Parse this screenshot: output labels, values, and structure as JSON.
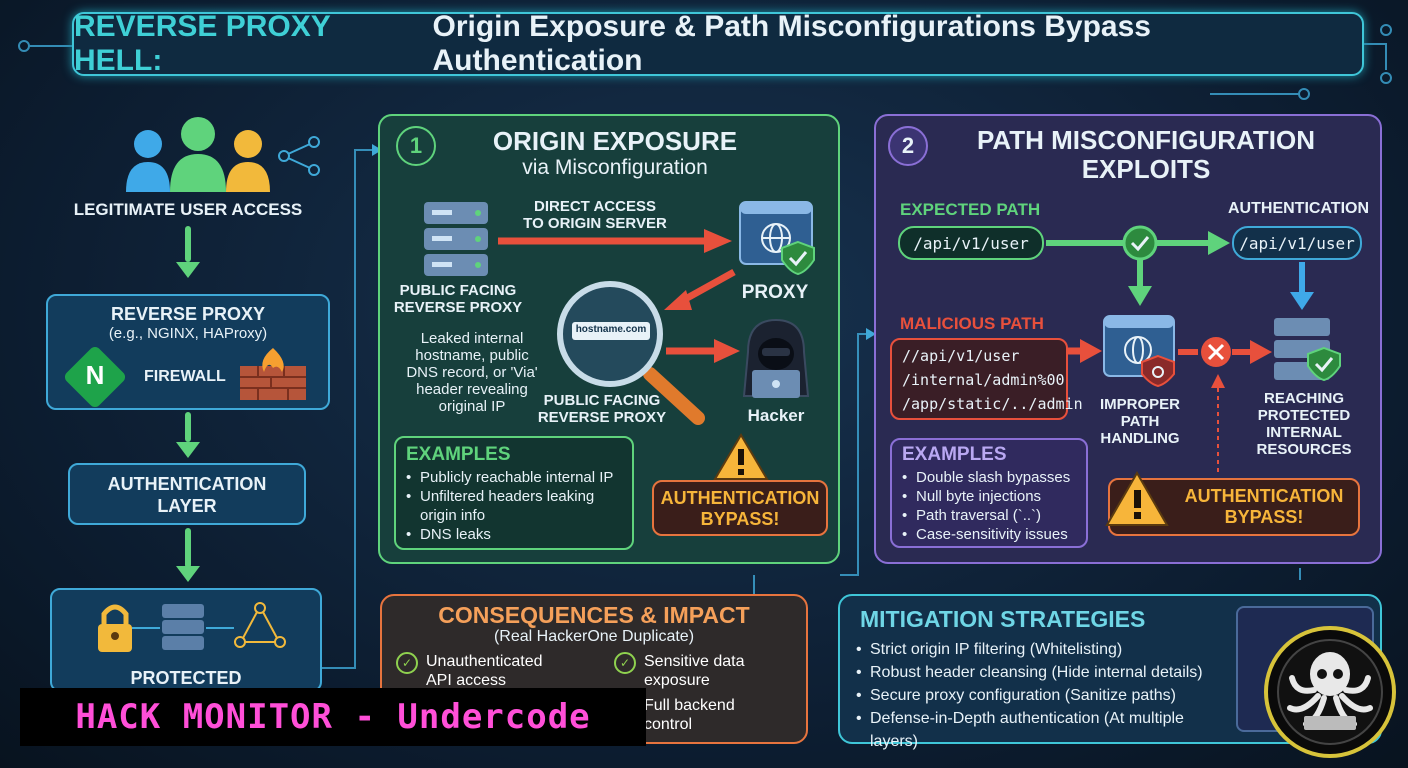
{
  "title": {
    "highlight": "REVERSE PROXY HELL:",
    "rest": "Origin Exposure & Path Misconfigurations Bypass Authentication"
  },
  "left_flow": {
    "user_label": "LEGITIMATE USER ACCESS",
    "proxy_title": "REVERSE PROXY",
    "proxy_sub": "(e.g., NGINX, HAProxy)",
    "nginx_letter": "N",
    "firewall": "FIREWALL",
    "auth_layer_1": "AUTHENTICATION",
    "auth_layer_2": "LAYER",
    "protected": "PROTECTED"
  },
  "section1": {
    "number": "1",
    "title": "ORIGIN EXPOSURE",
    "subtitle": "via Misconfiguration",
    "direct_access_1": "DIRECT ACCESS",
    "direct_access_2": "TO ORIGIN SERVER",
    "public_proxy_1": "PUBLIC FACING",
    "public_proxy_2": "REVERSE PROXY",
    "proxy_label": "PROXY",
    "magnifier_text": "hostname.com",
    "leaked_text": [
      "Leaked internal",
      "hostname, public",
      "DNS record, or 'Via'",
      "header revealing",
      "original IP"
    ],
    "public_proxy_b_1": "PUBLIC FACING",
    "public_proxy_b_2": "REVERSE PROXY",
    "hacker_label": "Hacker",
    "examples_title": "EXAMPLES",
    "examples": [
      "Publicly reachable internal IP",
      "Unfiltered headers leaking origin info",
      "DNS leaks"
    ],
    "bypass_1": "AUTHENTICATION",
    "bypass_2": "BYPASS!"
  },
  "section2": {
    "number": "2",
    "title_1": "PATH MISCONFIGURATION",
    "title_2": "EXPLOITS",
    "expected_label": "EXPECTED PATH",
    "expected_path": "/api/v1/user",
    "auth_label": "AUTHENTICATION",
    "auth_path": "/api/v1/user",
    "malicious_label": "MALICIOUS PATH",
    "malicious_paths": [
      "//api/v1/user",
      "/internal/admin%00",
      "/app/static/../admin"
    ],
    "improper_1": "IMPROPER",
    "improper_2": "PATH",
    "improper_3": "HANDLING",
    "reaching": [
      "REACHING",
      "PROTECTED",
      "INTERNAL",
      "RESOURCES"
    ],
    "examples_title": "EXAMPLES",
    "examples": [
      "Double slash bypasses",
      "Null byte injections",
      "Path traversal (`..`)",
      "Case-sensitivity issues"
    ],
    "bypass_1": "AUTHENTICATION",
    "bypass_2": "BYPASS!"
  },
  "consequences": {
    "title": "CONSEQUENCES & IMPACT",
    "subtitle": "(Real HackerOne Duplicate)",
    "items": [
      "Unauthenticated API access",
      "Sensitive data exposure",
      "Full backend control"
    ]
  },
  "mitigation": {
    "title": "MITIGATION STRATEGIES",
    "items": [
      "Strict origin IP filtering (Whitelisting)",
      "Robust header cleansing (Hide internal details)",
      "Secure proxy configuration (Sanitize paths)",
      "Defense-in-Depth authentication (At multiple layers)"
    ]
  },
  "watermark": {
    "banner": "HACK MONITOR - Undercode"
  },
  "colors": {
    "accent_cyan": "#3fc6d8",
    "green": "#5fd37c",
    "purple": "#8a6fd6",
    "orange": "#e7743e",
    "red_arrow": "#e8503c",
    "yellow": "#f7b53a",
    "banner_pink": "#ff4fd8"
  }
}
